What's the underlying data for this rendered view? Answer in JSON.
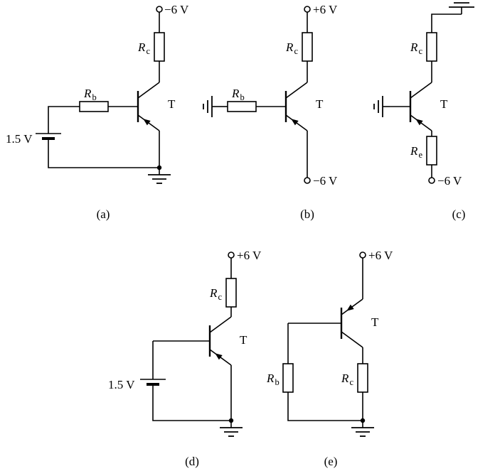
{
  "circuits": {
    "a": {
      "caption": "(a)",
      "top_terminal": "−6 V",
      "rc_base": "R",
      "rc_sub": "c",
      "rb_base": "R",
      "rb_sub": "b",
      "battery": "1.5 V",
      "transistor": "T"
    },
    "b": {
      "caption": "(b)",
      "top_terminal": "+6 V",
      "bottom_terminal": "−6 V",
      "rc_base": "R",
      "rc_sub": "c",
      "rb_base": "R",
      "rb_sub": "b",
      "transistor": "T"
    },
    "c": {
      "caption": "(c)",
      "bottom_terminal": "−6 V",
      "rc_base": "R",
      "rc_sub": "c",
      "re_base": "R",
      "re_sub": "e",
      "transistor": "T"
    },
    "d": {
      "caption": "(d)",
      "top_terminal": "+6 V",
      "rc_base": "R",
      "rc_sub": "c",
      "battery": "1.5 V",
      "transistor": "T"
    },
    "e": {
      "caption": "(e)",
      "top_terminal": "+6 V",
      "rb_base": "R",
      "rb_sub": "b",
      "rc_base": "R",
      "rc_sub": "c",
      "transistor": "T"
    }
  }
}
